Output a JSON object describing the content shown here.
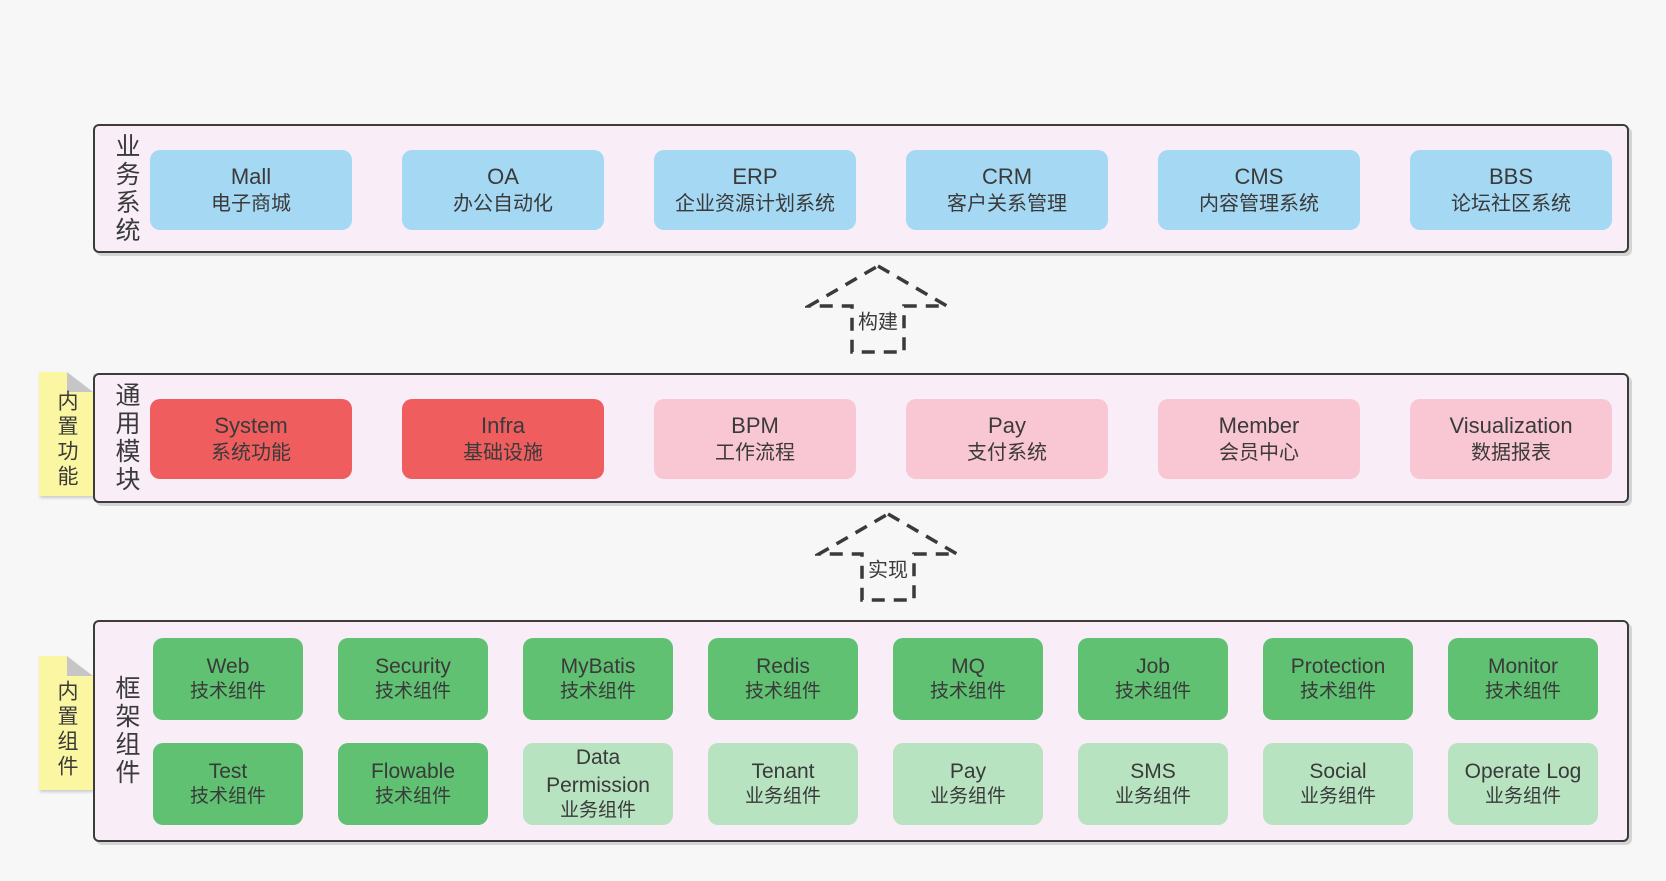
{
  "colors": {
    "page_bg": "#f7f7f7",
    "container_bg": "#f9eef8",
    "container_border": "#3c3c3c",
    "blue_box": "#a5d8f3",
    "red_box": "#ef5d5e",
    "pink_box": "#f9c7d3",
    "green_dark_box": "#5fc171",
    "green_light_box": "#b8e3c0",
    "sticky_bg": "#faf6a1",
    "sticky_fold": "#c6c6c6",
    "text": "#3a3a3a"
  },
  "layers": [
    {
      "id": "business-systems",
      "label": "业务系统",
      "sticky": null,
      "rows": [
        [
          {
            "title": "Mall",
            "subtitle": "电子商城",
            "variant": "blue"
          },
          {
            "title": "OA",
            "subtitle": "办公自动化",
            "variant": "blue"
          },
          {
            "title": "ERP",
            "subtitle": "企业资源计划系统",
            "variant": "blue"
          },
          {
            "title": "CRM",
            "subtitle": "客户关系管理",
            "variant": "blue"
          },
          {
            "title": "CMS",
            "subtitle": "内容管理系统",
            "variant": "blue"
          },
          {
            "title": "BBS",
            "subtitle": "论坛社区系统",
            "variant": "blue"
          }
        ]
      ]
    },
    {
      "id": "common-modules",
      "label": "通用模块",
      "sticky": "内置功能",
      "rows": [
        [
          {
            "title": "System",
            "subtitle": "系统功能",
            "variant": "red"
          },
          {
            "title": "Infra",
            "subtitle": "基础设施",
            "variant": "red"
          },
          {
            "title": "BPM",
            "subtitle": "工作流程",
            "variant": "pink"
          },
          {
            "title": "Pay",
            "subtitle": "支付系统",
            "variant": "pink"
          },
          {
            "title": "Member",
            "subtitle": "会员中心",
            "variant": "pink"
          },
          {
            "title": "Visualization",
            "subtitle": "数据报表",
            "variant": "pink"
          }
        ]
      ]
    },
    {
      "id": "framework-components",
      "label": "框架组件",
      "sticky": "内置组件",
      "rows": [
        [
          {
            "title": "Web",
            "subtitle": "技术组件",
            "variant": "green-dark"
          },
          {
            "title": "Security",
            "subtitle": "技术组件",
            "variant": "green-dark"
          },
          {
            "title": "MyBatis",
            "subtitle": "技术组件",
            "variant": "green-dark"
          },
          {
            "title": "Redis",
            "subtitle": "技术组件",
            "variant": "green-dark"
          },
          {
            "title": "MQ",
            "subtitle": "技术组件",
            "variant": "green-dark"
          },
          {
            "title": "Job",
            "subtitle": "技术组件",
            "variant": "green-dark"
          },
          {
            "title": "Protection",
            "subtitle": "技术组件",
            "variant": "green-dark"
          },
          {
            "title": "Monitor",
            "subtitle": "技术组件",
            "variant": "green-dark"
          }
        ],
        [
          {
            "title": "Test",
            "subtitle": "技术组件",
            "variant": "green-dark"
          },
          {
            "title": "Flowable",
            "subtitle": "技术组件",
            "variant": "green-dark"
          },
          {
            "title": "Data Permission",
            "subtitle": "业务组件",
            "variant": "green-light"
          },
          {
            "title": "Tenant",
            "subtitle": "业务组件",
            "variant": "green-light"
          },
          {
            "title": "Pay",
            "subtitle": "业务组件",
            "variant": "green-light"
          },
          {
            "title": "SMS",
            "subtitle": "业务组件",
            "variant": "green-light"
          },
          {
            "title": "Social",
            "subtitle": "业务组件",
            "variant": "green-light"
          },
          {
            "title": "Operate Log",
            "subtitle": "业务组件",
            "variant": "green-light"
          }
        ]
      ]
    }
  ],
  "arrows": [
    {
      "label": "构建"
    },
    {
      "label": "实现"
    }
  ]
}
